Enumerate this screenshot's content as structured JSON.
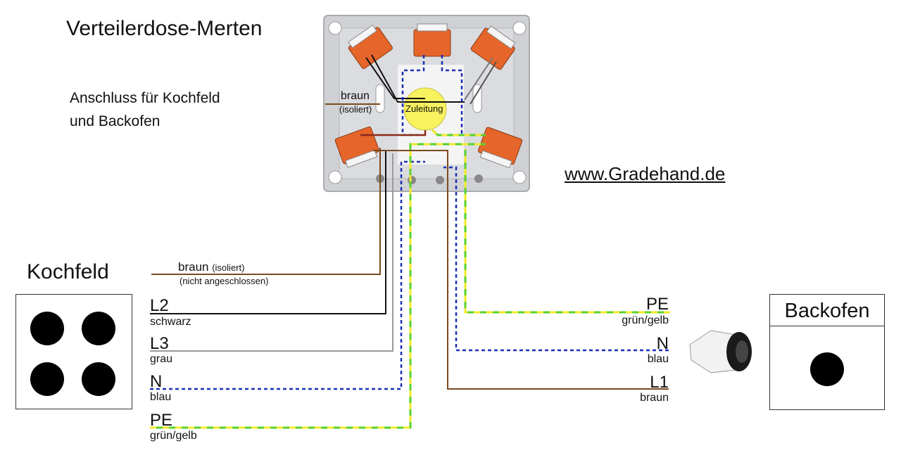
{
  "title": "Verteilerdose-Merten",
  "subtitle": [
    "Anschluss für Kochfeld",
    "und Backofen"
  ],
  "website": "www.Gradehand.de",
  "box_labels": {
    "braun": "braun",
    "isoliert": "(isoliert)",
    "zuleitung": "Zuleitung"
  },
  "kochfeld": {
    "title": "Kochfeld",
    "braun": "braun",
    "braun_isoliert": "(isoliert)",
    "nicht_angeschlossen": "(nicht angeschlossen)",
    "wires": [
      {
        "code": "L2",
        "color_name": "schwarz"
      },
      {
        "code": "L3",
        "color_name": "grau"
      },
      {
        "code": "N",
        "color_name": "blau"
      },
      {
        "code": "PE",
        "color_name": "grün/gelb"
      }
    ]
  },
  "backofen": {
    "title": "Backofen",
    "wires": [
      {
        "code": "PE",
        "color_name": "grün/gelb"
      },
      {
        "code": "N",
        "color_name": "blau"
      },
      {
        "code": "L1",
        "color_name": "braun"
      }
    ]
  },
  "colors": {
    "brown": "#7a4a1e",
    "black": "#111111",
    "grey": "#9a9a9a",
    "blue": "#1a2fb5",
    "green": "#5ad12e",
    "yellow": "#f2ea2a",
    "box_grey": "#c9cbcf",
    "terminal_orange": "#e5652a"
  }
}
